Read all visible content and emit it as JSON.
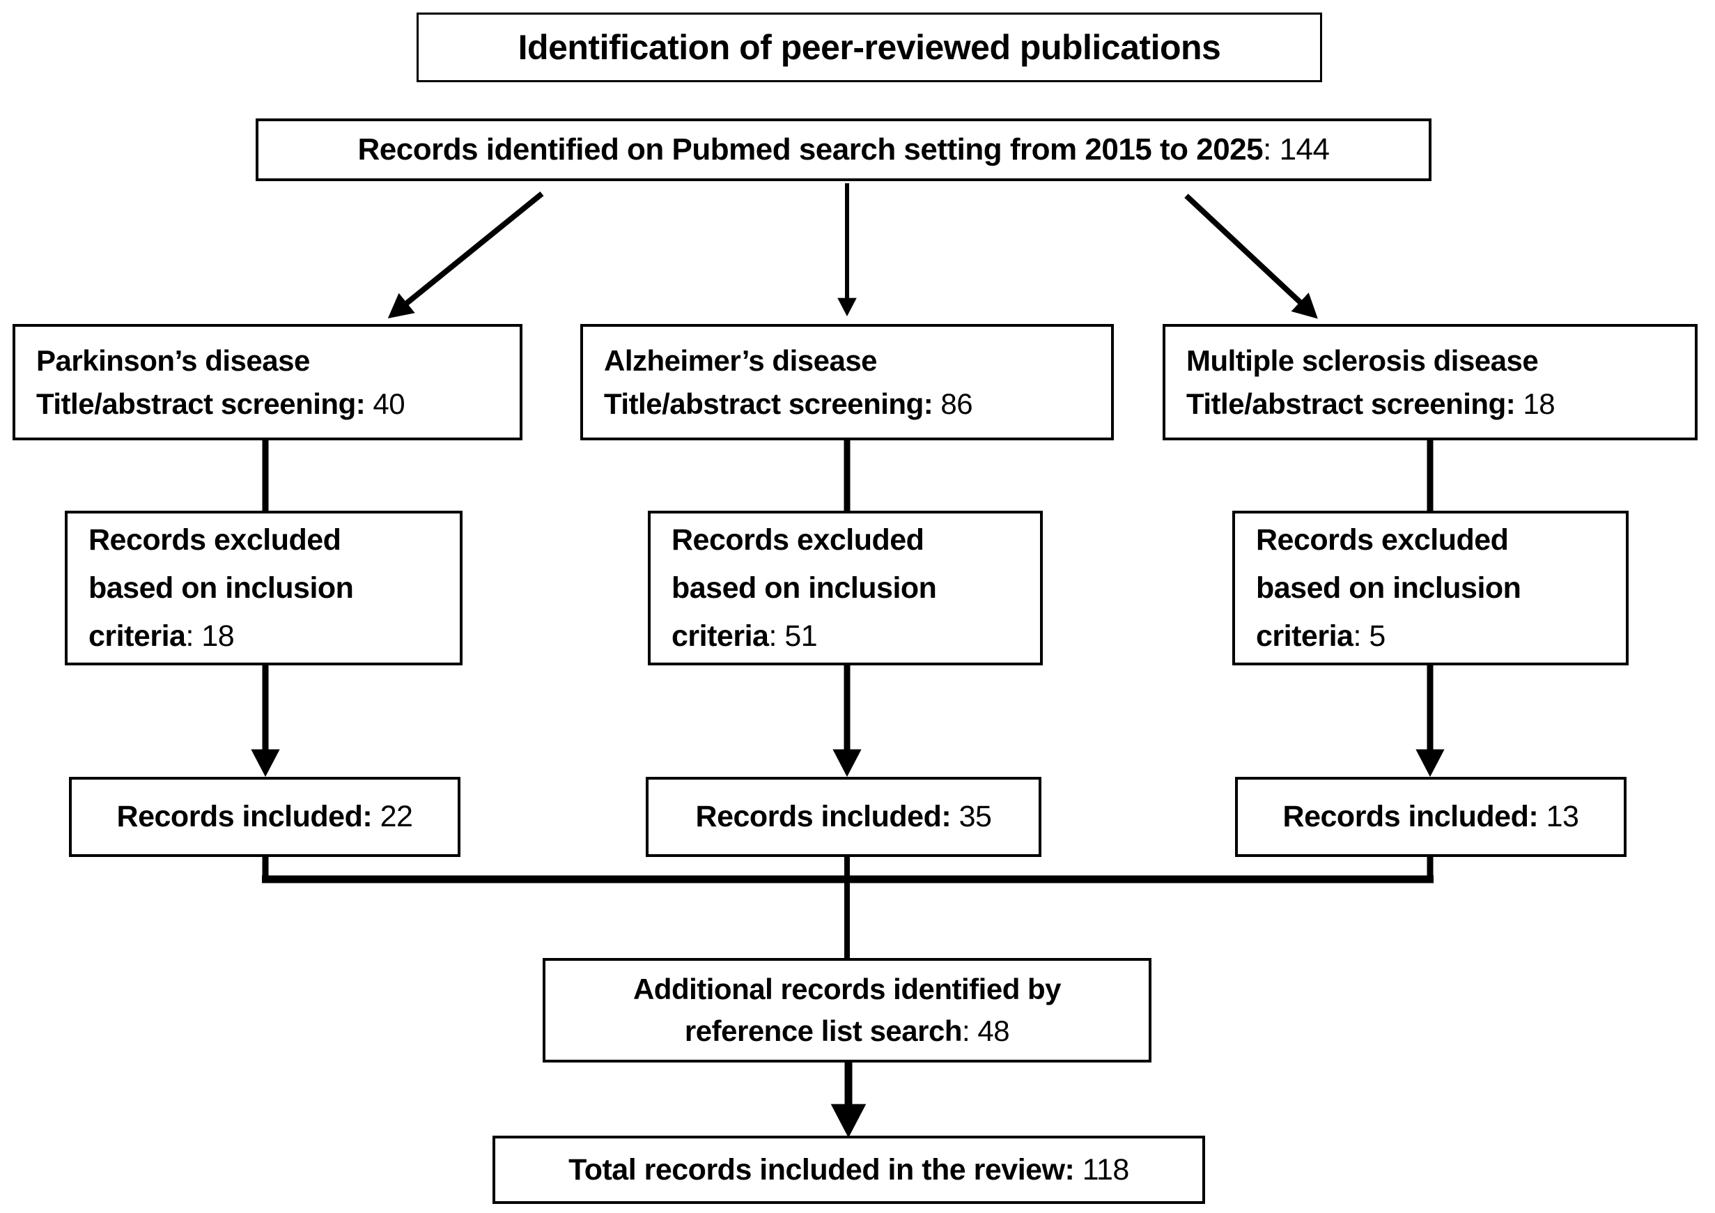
{
  "title": {
    "text": "Identification of peer-reviewed publications"
  },
  "source": {
    "label_bold": "Records identified on Pubmed search setting from 2015 to 2025",
    "rest": ": 144"
  },
  "columns": [
    {
      "name": "parkinson",
      "screening": {
        "line1": "Parkinson’s disease",
        "line2_bold": "Title/abstract screening:",
        "line2_rest": " 40"
      },
      "excluded": {
        "line1": "Records excluded",
        "line2": "based on inclusion",
        "line3_bold": "criteria",
        "line3_rest": ": 18"
      },
      "included": {
        "label_bold": "Records included:",
        "rest": " 22"
      }
    },
    {
      "name": "alzheimer",
      "screening": {
        "line1": "Alzheimer’s disease",
        "line2_bold": "Title/abstract screening:",
        "line2_rest": " 86"
      },
      "excluded": {
        "line1": "Records excluded",
        "line2": "based on inclusion",
        "line3_bold": "criteria",
        "line3_rest": ": 51"
      },
      "included": {
        "label_bold": "Records included:",
        "rest": " 35"
      }
    },
    {
      "name": "multiple-sclerosis",
      "screening": {
        "line1": "Multiple sclerosis disease",
        "line2_bold": "Title/abstract screening:",
        "line2_rest": " 18"
      },
      "excluded": {
        "line1": "Records excluded",
        "line2": "based on inclusion",
        "line3_bold": "criteria",
        "line3_rest": ": 5"
      },
      "included": {
        "label_bold": "Records included:",
        "rest": " 13"
      }
    }
  ],
  "additional": {
    "line1": "Additional records identified by",
    "line2_bold": "reference list search",
    "line2_rest": ": 48"
  },
  "total": {
    "label_bold": "Total records included in the review:",
    "rest": " 118"
  }
}
